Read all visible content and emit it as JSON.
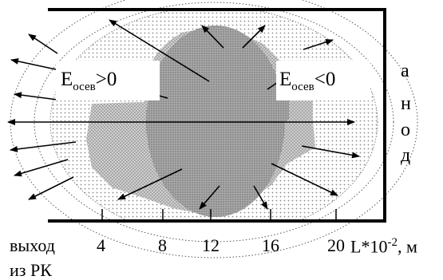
{
  "field_left": {
    "symbol": "E",
    "subscript": "осев",
    "relation": ">0"
  },
  "field_right": {
    "symbol": "E",
    "subscript": "осев",
    "relation": "<0"
  },
  "anode_letters": [
    "а",
    "н",
    "о",
    "д"
  ],
  "axis": {
    "exit_label_line1": "выход",
    "exit_label_line2": "из РК",
    "ticks": [
      "4",
      "8",
      "12",
      "16",
      "20"
    ],
    "unit_prefix": "L*10",
    "unit_exponent": "-2",
    "unit_suffix": ", м"
  }
}
